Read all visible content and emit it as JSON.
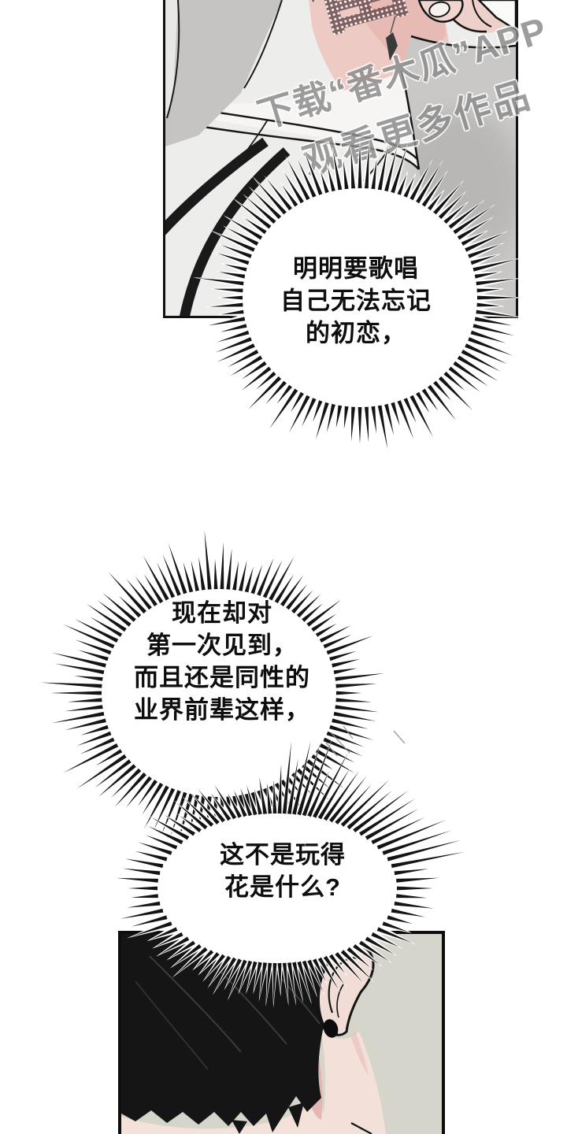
{
  "page": {
    "background": "#ffffff"
  },
  "watermark": {
    "logo": "番木瓜",
    "line1": "下载“番木瓜”APP",
    "line2": "观看更多作品",
    "text_color": "#8d8d8d",
    "logo_color": "#563a3c"
  },
  "bubbles": {
    "b1": {
      "lines": [
        "明明要歌唱",
        "自己无法忘记",
        "的初恋，"
      ]
    },
    "b2": {
      "lines": [
        "现在却对",
        "第一次见到，",
        "而且还是同性的",
        "业界前辈这样，"
      ]
    },
    "b3": {
      "lines": [
        "这不是玩得",
        "花是什么?"
      ]
    }
  },
  "colors": {
    "panel_border": "#111111",
    "bubble_text": "#0e0e0e",
    "spike": "#141414",
    "bubble_fill": "#ffffff",
    "jacket_light": "#ededeb",
    "jacket_white": "#f6f5f3",
    "jacket_shadow": "#c6c5c3",
    "stripe": "#1a1a1a",
    "skin": "#edcac4",
    "skin_shadow": "#e2afa8",
    "hair": "#151515",
    "room_background": "#d6d5cc"
  }
}
